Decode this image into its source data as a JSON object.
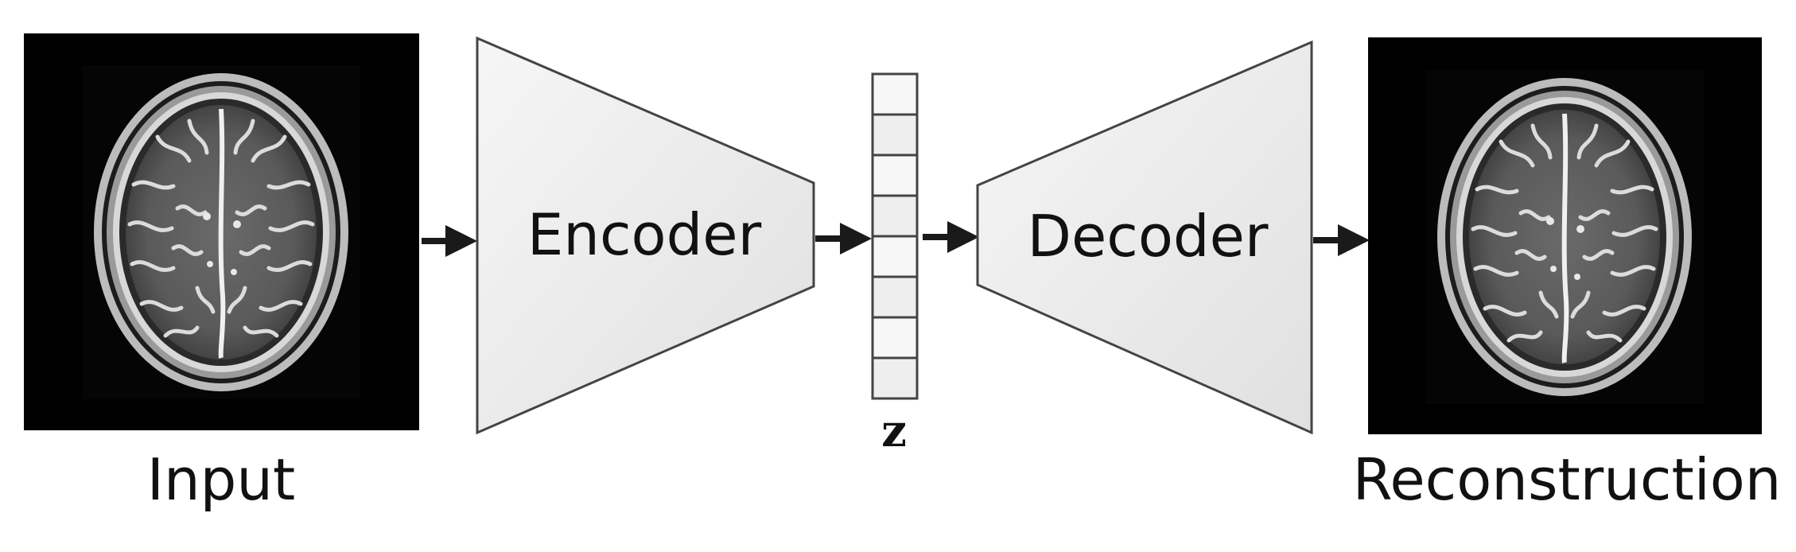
{
  "diagram": {
    "encoder_label": "Encoder",
    "decoder_label": "Decoder",
    "latent_label": "z",
    "input_caption": "Input",
    "output_caption": "Reconstruction",
    "latent_cells": 8,
    "colors": {
      "block_fill_light": "#f7f7f7",
      "block_fill_dark": "#e2e2e2",
      "stroke": "#444444",
      "arrow": "#1a1a1a",
      "image_bg": "#000000"
    }
  }
}
